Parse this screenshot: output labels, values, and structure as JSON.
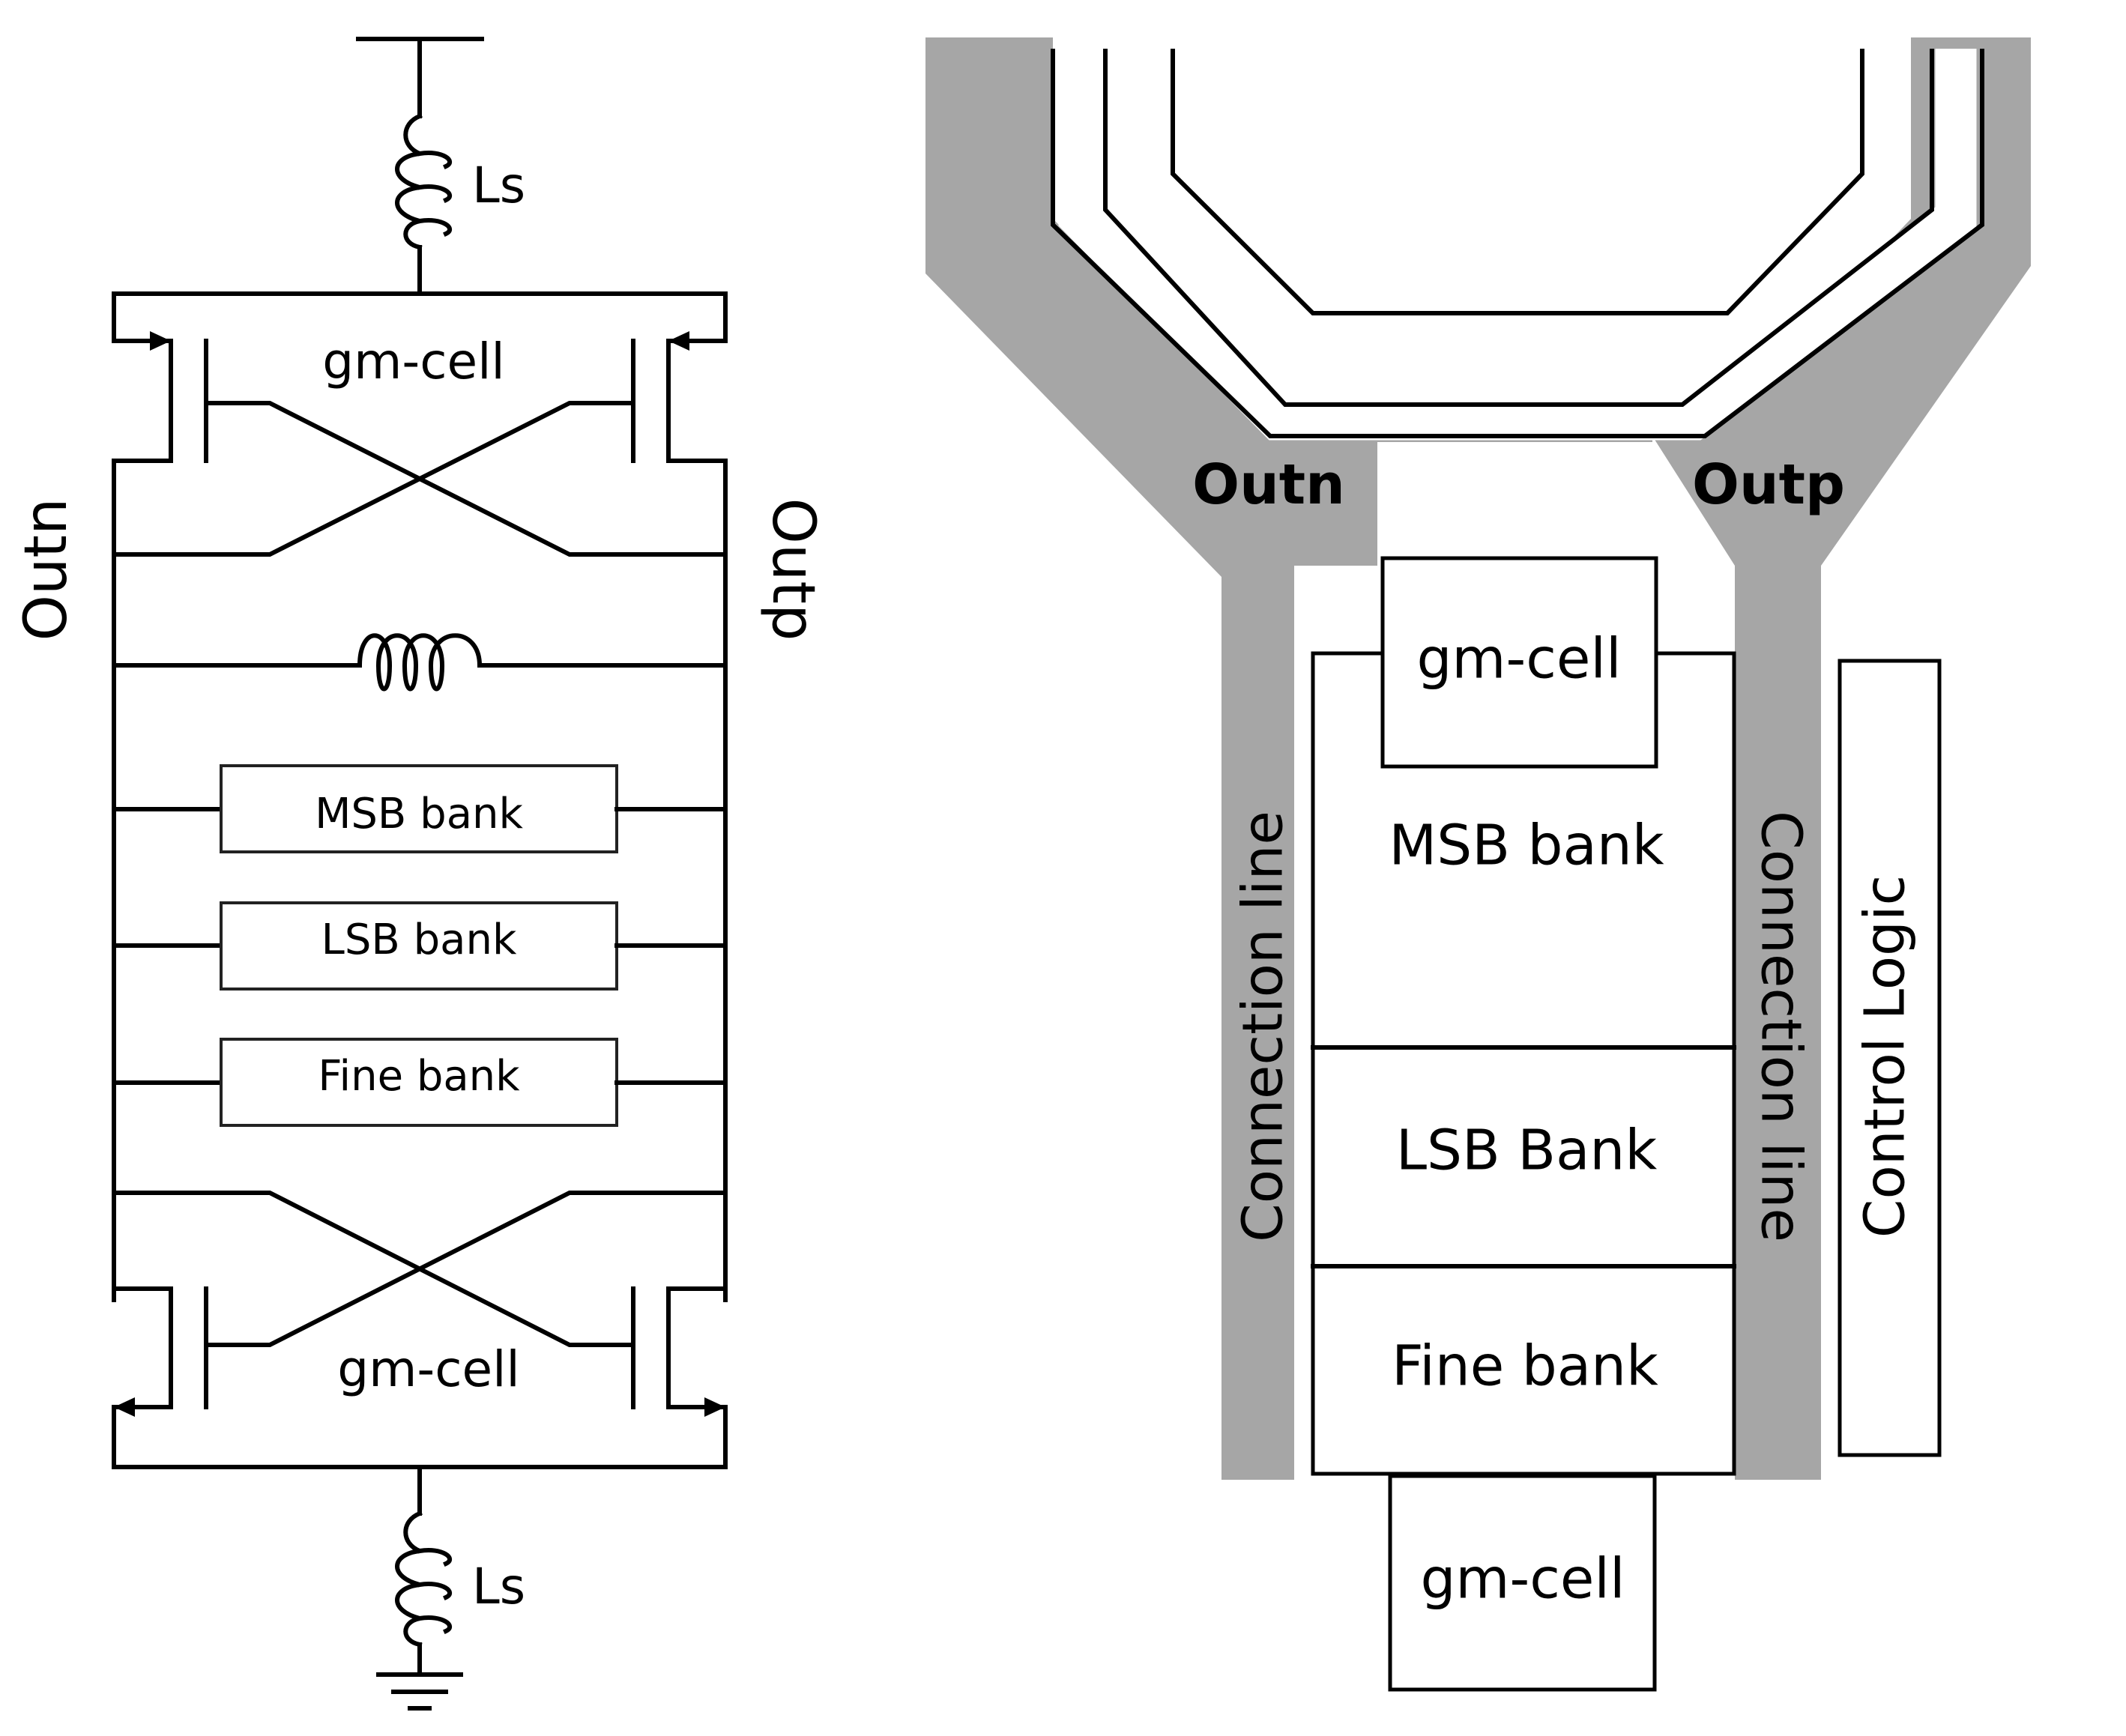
{
  "schematic": {
    "ls_top_label": "Ls",
    "ls_bottom_label": "Ls",
    "gm_cell_top_label": "gm-cell",
    "gm_cell_bottom_label": "gm-cell",
    "outn_label": "Outn",
    "outp_label": "Outp",
    "msb_bank_label": "MSB bank",
    "lsb_bank_label": "LSB bank",
    "fine_bank_label": "Fine bank"
  },
  "layout": {
    "outn_label": "Outn",
    "outp_label": "Outp",
    "gm_cell_top_label": "gm-cell",
    "msb_bank_label": "MSB bank",
    "lsb_bank_label": "LSB Bank",
    "fine_bank_label": "Fine bank",
    "gm_cell_bottom_label": "gm-cell",
    "connection_line_left_label": "Connection line",
    "connection_line_right_label": "Connection line",
    "control_logic_label": "Control Logic"
  },
  "colors": {
    "trace_gray": "#a6a6a6",
    "stroke": "#000000",
    "background": "#ffffff"
  }
}
